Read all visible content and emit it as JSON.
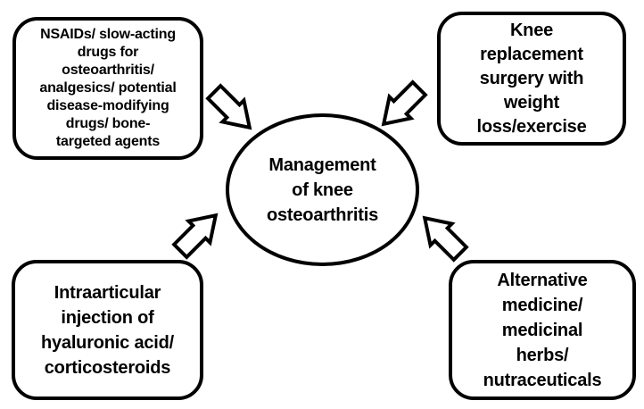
{
  "colors": {
    "background": "#ffffff",
    "line": "#000000",
    "text": "#000000",
    "shape_fill": "#ffffff"
  },
  "center_ellipse": {
    "text": "Management\nof knee\nosteoarthritis"
  },
  "boxes": {
    "top_left": {
      "text": "NSAIDs/ slow-acting\ndrugs for\nosteoarthritis/\nanalgesics/ potential\ndisease-modifying\ndrugs/ bone-\ntargeted agents"
    },
    "top_right": {
      "text": "Knee\nreplacement\nsurgery with\nweight\nloss/exercise"
    },
    "bottom_left": {
      "text": "Intraarticular\ninjection of\nhyaluronic acid/\ncorticosteroids"
    },
    "bottom_right": {
      "text": "Alternative\nmedicine/\nmedicinal\nherbs/\nnutraceuticals"
    }
  },
  "arrows": [
    {
      "name": "arrow-from-top-left-box",
      "direction": "southeast"
    },
    {
      "name": "arrow-from-top-right-box",
      "direction": "southwest"
    },
    {
      "name": "arrow-from-bottom-left-box",
      "direction": "northeast"
    },
    {
      "name": "arrow-from-bottom-right-box",
      "direction": "northwest"
    }
  ]
}
